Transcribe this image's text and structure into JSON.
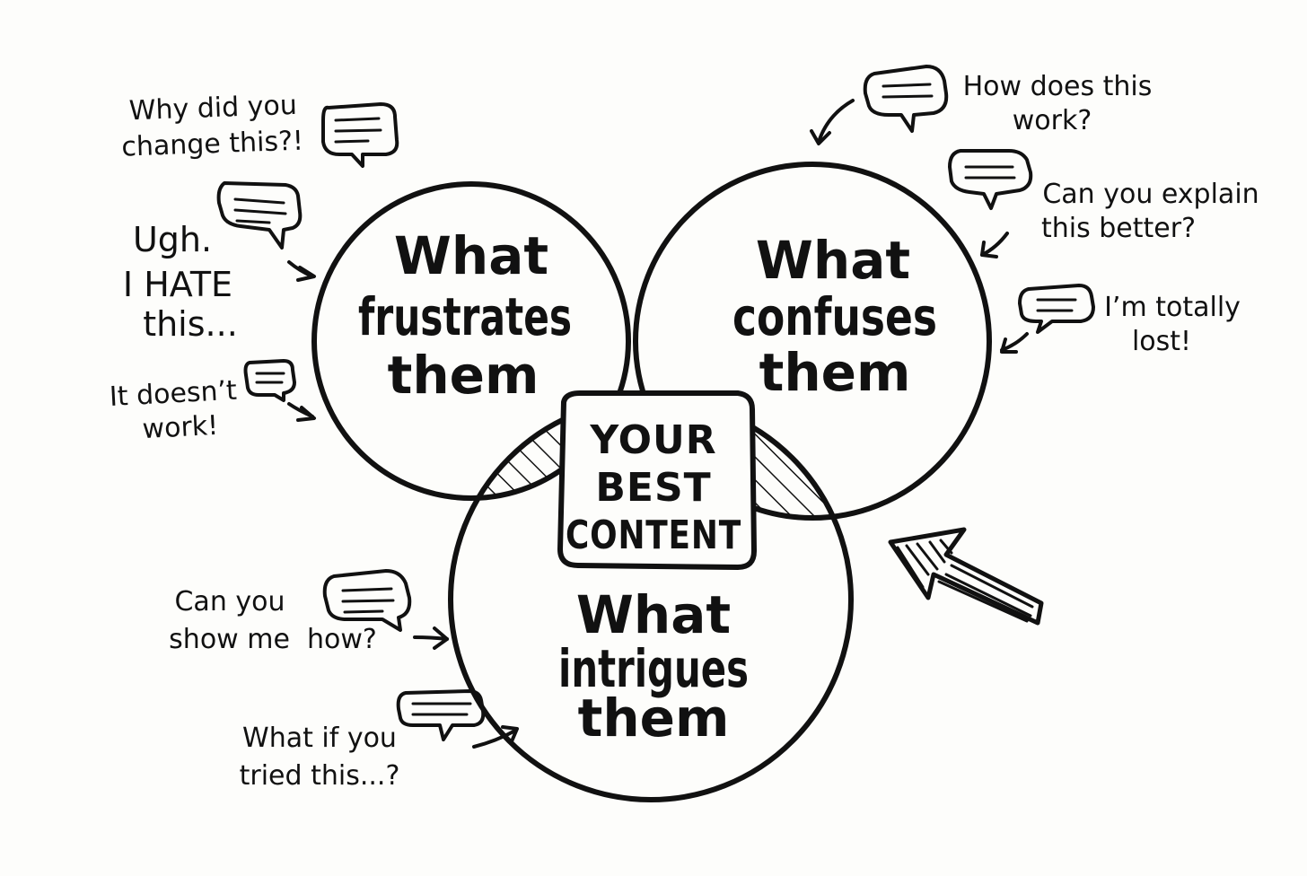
{
  "circles": {
    "frustrates": {
      "lines": [
        "What",
        "frustrates",
        "them"
      ]
    },
    "confuses": {
      "lines": [
        "What",
        "confuses",
        "them"
      ]
    },
    "intrigues": {
      "lines": [
        "What",
        "intrigues",
        "them"
      ]
    }
  },
  "center": {
    "lines": [
      "YOUR",
      "BEST",
      "CONTENT"
    ]
  },
  "quotes": {
    "why_change": [
      "Why did you",
      "change this?!"
    ],
    "ugh_hate": [
      "Ugh.",
      "I HATE",
      "this..."
    ],
    "doesnt_work": [
      "It doesn’t",
      "work!"
    ],
    "how_does": [
      "How does this",
      "work?"
    ],
    "explain_better": [
      "Can you explain",
      "this better?"
    ],
    "totally_lost": [
      "I’m totally",
      "lost!"
    ],
    "show_me": [
      "Can you",
      "show me  how?"
    ],
    "what_if": [
      "What if you",
      "tried this...?"
    ]
  },
  "icons": {
    "speech_bubble": "speech-bubble-icon",
    "arrow": "arrow-icon",
    "big_arrow": "big-arrow-icon"
  },
  "colors": {
    "ink": "#111111",
    "paper": "#fdfdfb"
  }
}
